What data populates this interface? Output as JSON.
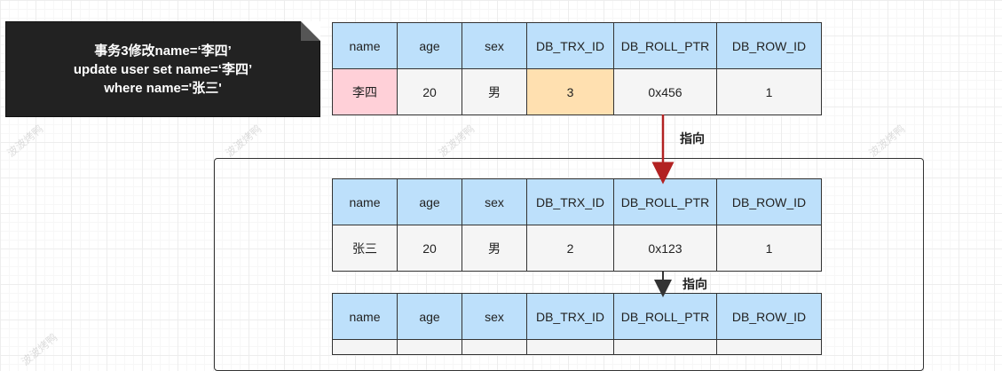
{
  "note": {
    "lines": [
      "事务3修改name=‘李四’",
      "update user set name=‘李四’",
      "where name='张三'"
    ]
  },
  "columns": [
    "name",
    "age",
    "sex",
    "DB_TRX_ID",
    "DB_ROLL_PTR",
    "DB_ROW_ID"
  ],
  "records": [
    {
      "values": [
        "李四",
        "20",
        "男",
        "3",
        "0x456",
        "1"
      ]
    },
    {
      "values": [
        "张三",
        "20",
        "男",
        "2",
        "0x123",
        "1"
      ]
    }
  ],
  "arrows": {
    "label": "指向"
  },
  "watermark": "波波烤鸭",
  "colors": {
    "header_bg": "#bde0fb",
    "name_highlight": "#ffd0d8",
    "trx_highlight": "#ffe0b0",
    "pointer_arrow": "#b22222",
    "note_bg": "#222222"
  }
}
